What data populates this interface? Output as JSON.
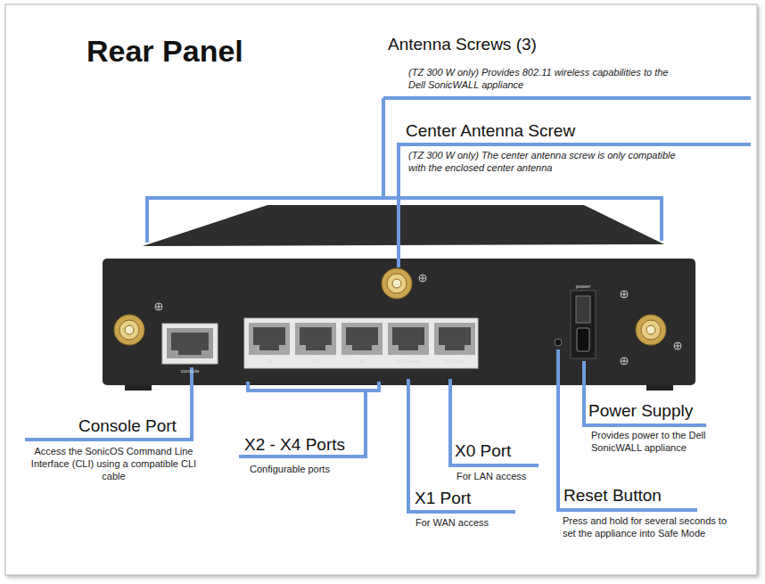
{
  "diagram": {
    "title": "Rear Panel",
    "labels": [
      "Antenna Screws (3)",
      "(TZ 300 W only) Provides 802.11 wireless capabilities to the Dell SonicWALL appliance",
      "Center Antenna Screw",
      "(TZ 300 W only) The center antenna screw is only compatible with the enclosed center antenna",
      "Console Port",
      "Access the SonicOS Command Line Interface (CLI) using a compatible CLI cable",
      "X2 - X4 Ports",
      "Configurable ports",
      "X0 Port",
      "For LAN access",
      "X1 Port",
      "For WAN access",
      "Power Supply",
      "Provides power to the Dell SonicWALL appliance",
      "Reset Button",
      "Press and hold for several seconds to set the appliance into Safe Mode",
      "console",
      "X4",
      "X3",
      "X2",
      "X1 (wan)",
      "X0 (lan)",
      "power"
    ]
  }
}
